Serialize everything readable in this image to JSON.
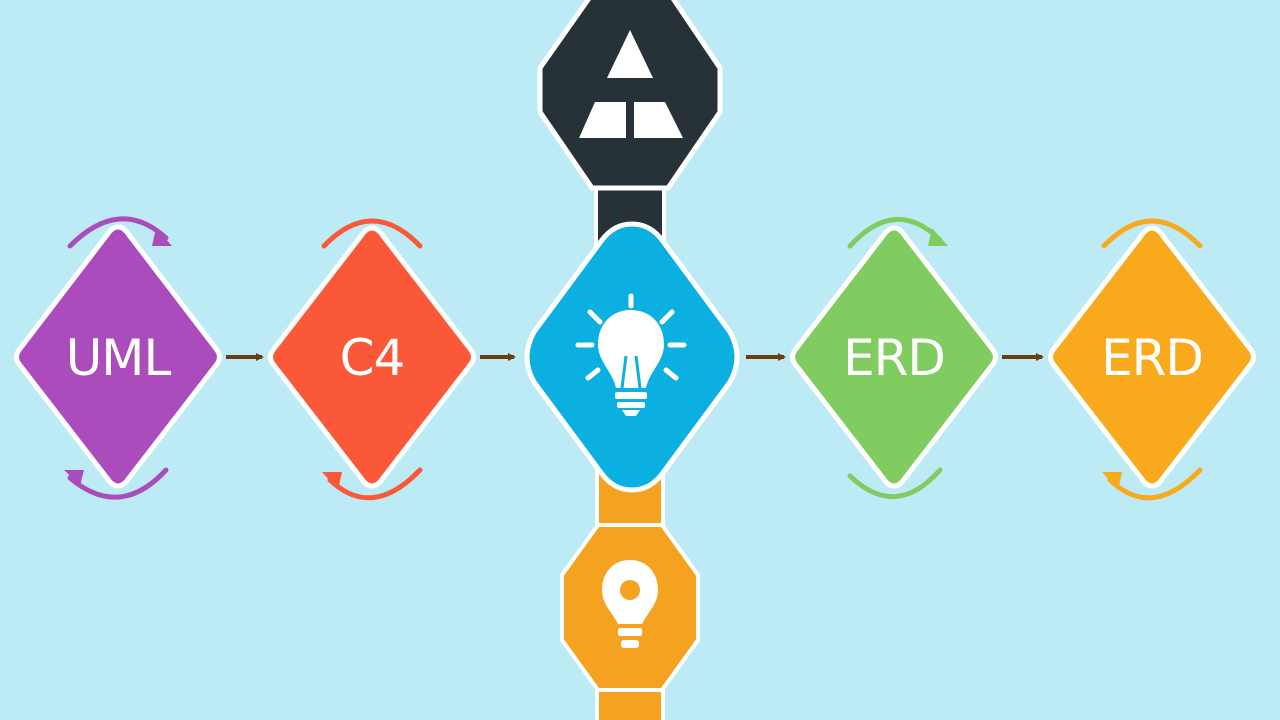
{
  "colors": {
    "background": "#bdebf5",
    "outline": "#ffffff",
    "connector_arrow": "#6b3e12",
    "top_node": "#263238",
    "center_node": "#0cb0e0",
    "bottom_node": "#f4a21f"
  },
  "nodes": [
    {
      "id": "uml",
      "label": "UML",
      "color": "#ab4cbd",
      "cycle_color": "#ab4cbd"
    },
    {
      "id": "c4",
      "label": "C4",
      "color": "#fa5838",
      "cycle_color": "#fa5838"
    },
    {
      "id": "center",
      "label": "",
      "icon": "lightbulb-icon",
      "color": "#0cb0e0"
    },
    {
      "id": "erd-green",
      "label": "ERD",
      "color": "#81cc60",
      "cycle_color": "#81cc60"
    },
    {
      "id": "erd-orange",
      "label": "ERD",
      "color": "#f9aa1c",
      "cycle_color": "#f9aa1c"
    }
  ],
  "top_node": {
    "icon": "triangle-logo-icon",
    "color": "#263238"
  },
  "bottom_node": {
    "icon": "lightbulb-icon",
    "color": "#f4a21f"
  }
}
